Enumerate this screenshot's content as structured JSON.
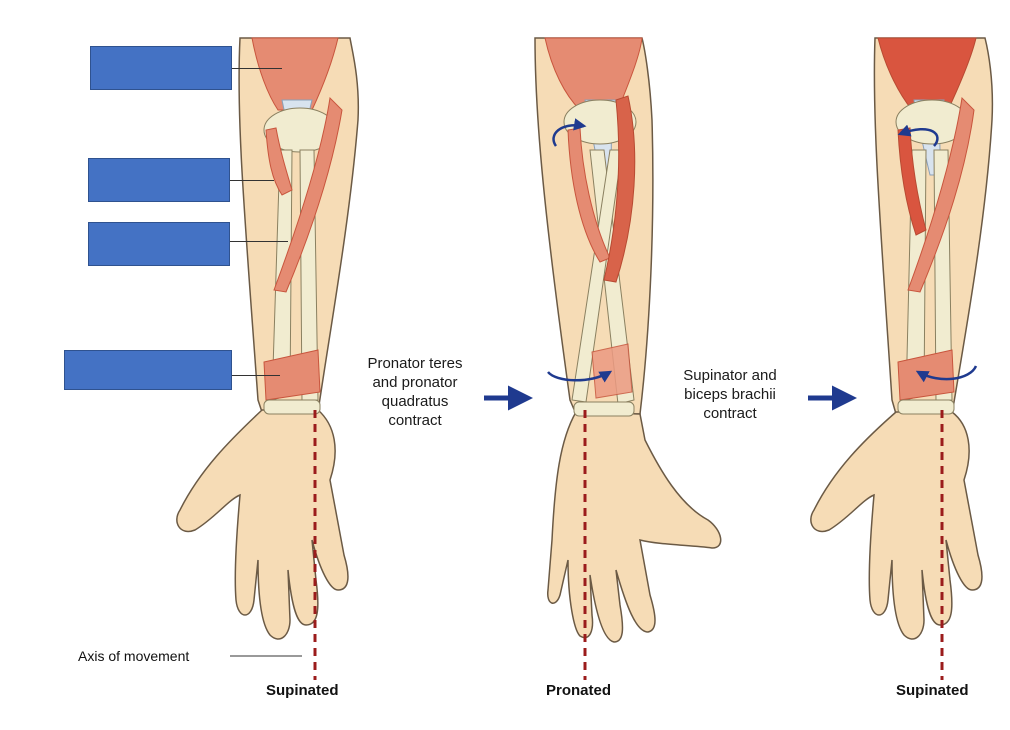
{
  "captions": {
    "pronation": [
      "Pronator teres",
      "and pronator",
      "quadratus",
      "contract"
    ],
    "supination": [
      "Supinator and",
      "biceps brachii",
      "contract"
    ]
  },
  "stage_titles": {
    "left": "Supinated",
    "middle": "Pronated",
    "right": "Supinated"
  },
  "axis_label": "Axis of movement",
  "label_boxes": [
    "",
    "",
    "",
    ""
  ],
  "colors": {
    "skin": "#f6dcb6",
    "skin_outline": "#6b5a45",
    "bone": "#f1ecd0",
    "muscle": "#e58b72",
    "muscle_dark": "#c8553d",
    "tendon": "#d8e3ee",
    "arrow": "#1f3a8f",
    "axis": "#9b1c1c",
    "label_box": "#4472c4"
  }
}
